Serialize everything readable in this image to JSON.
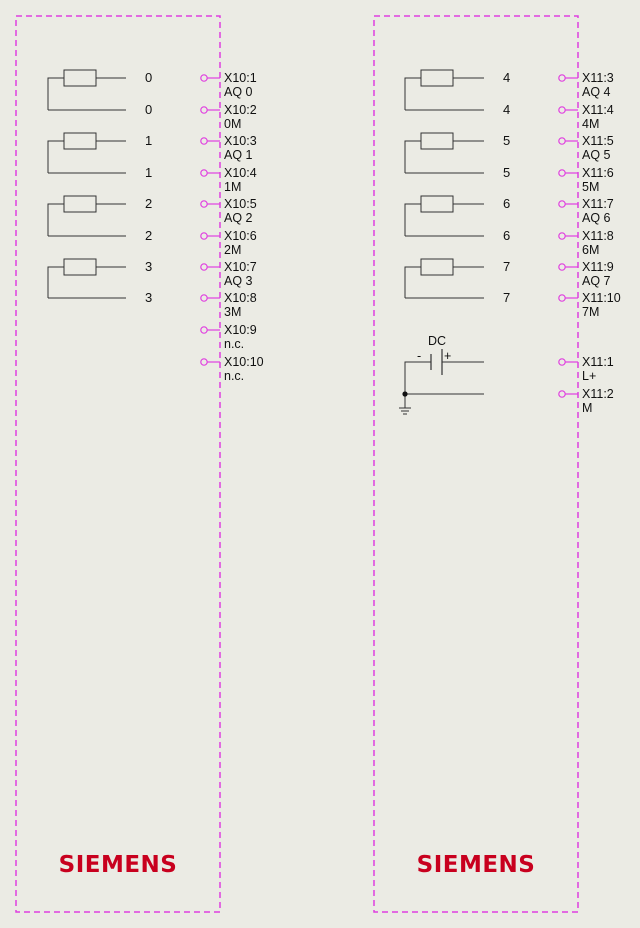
{
  "colors": {
    "frame": "#e040e0",
    "wire": "#333333",
    "brand": "#c8001e",
    "background": "#ebebe4"
  },
  "modules": [
    {
      "brand": "SIEMENS",
      "channels": [
        {
          "num": "0",
          "terminals": [
            {
              "id": "X10:1",
              "sub": "AQ 0"
            },
            {
              "id": "X10:2",
              "sub": "0M"
            }
          ]
        },
        {
          "num": "1",
          "terminals": [
            {
              "id": "X10:3",
              "sub": "AQ 1"
            },
            {
              "id": "X10:4",
              "sub": "1M"
            }
          ]
        },
        {
          "num": "2",
          "terminals": [
            {
              "id": "X10:5",
              "sub": "AQ 2"
            },
            {
              "id": "X10:6",
              "sub": "2M"
            }
          ]
        },
        {
          "num": "3",
          "terminals": [
            {
              "id": "X10:7",
              "sub": "AQ 3"
            },
            {
              "id": "X10:8",
              "sub": "3M"
            }
          ]
        }
      ],
      "extra_terminals": [
        {
          "id": "X10:9",
          "sub": "n.c."
        },
        {
          "id": "X10:10",
          "sub": "n.c."
        }
      ]
    },
    {
      "brand": "SIEMENS",
      "channels": [
        {
          "num": "4",
          "terminals": [
            {
              "id": "X11:3",
              "sub": "AQ 4"
            },
            {
              "id": "X11:4",
              "sub": "4M"
            }
          ]
        },
        {
          "num": "5",
          "terminals": [
            {
              "id": "X11:5",
              "sub": "AQ 5"
            },
            {
              "id": "X11:6",
              "sub": "5M"
            }
          ]
        },
        {
          "num": "6",
          "terminals": [
            {
              "id": "X11:7",
              "sub": "AQ 6"
            },
            {
              "id": "X11:8",
              "sub": "6M"
            }
          ]
        },
        {
          "num": "7",
          "terminals": [
            {
              "id": "X11:9",
              "sub": "AQ 7"
            },
            {
              "id": "X11:10",
              "sub": "7M"
            }
          ]
        }
      ],
      "power": {
        "source_label": "DC",
        "minus": "-",
        "plus": "+",
        "terminals": [
          {
            "id": "X11:1",
            "sub": "L+"
          },
          {
            "id": "X11:2",
            "sub": "M"
          }
        ]
      }
    }
  ]
}
